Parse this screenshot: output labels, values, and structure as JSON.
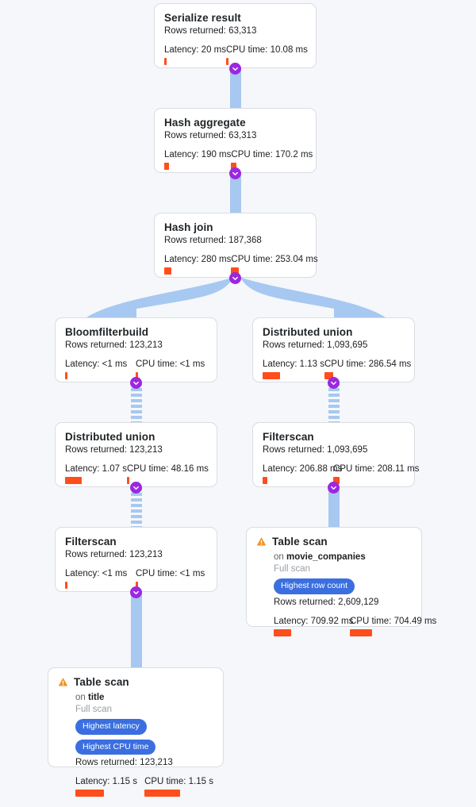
{
  "canvas": {
    "background": "#f5f7fa",
    "edge_color": "#a7c8f0",
    "toggle_color": "#9c27e0",
    "bar_color": "#ff4d1c",
    "badge_color": "#3b6fe0"
  },
  "labels": {
    "rows_prefix": "Rows returned: ",
    "latency_prefix": "Latency: ",
    "cpu_prefix": "CPU time: ",
    "on_prefix": "on ",
    "toggle_icon": "chevron-down-icon",
    "warning_icon": "warning-triangle-icon"
  },
  "nodes": [
    {
      "id": "serialize-result",
      "title": "Serialize result",
      "rows": "Rows returned: 63,313",
      "latency": "Latency: 20 ms",
      "cpu": "CPU time: 10.08 ms",
      "latency_bar_w": 3,
      "cpu_bar_w": 3,
      "warning": false,
      "badges": []
    },
    {
      "id": "hash-aggregate",
      "title": "Hash aggregate",
      "rows": "Rows returned: 63,313",
      "latency": "Latency: 190 ms",
      "cpu": "CPU time: 170.2 ms",
      "latency_bar_w": 6,
      "cpu_bar_w": 7,
      "warning": false,
      "badges": []
    },
    {
      "id": "hash-join",
      "title": "Hash join",
      "rows": "Rows returned: 187,368",
      "latency": "Latency: 280 ms",
      "cpu": "CPU time: 253.04 ms",
      "latency_bar_w": 9,
      "cpu_bar_w": 10,
      "warning": false,
      "badges": []
    },
    {
      "id": "bloomfilterbuild",
      "title": "Bloomfilterbuild",
      "rows": "Rows returned: 123,213",
      "latency": "Latency: <1 ms",
      "cpu": "CPU time: <1 ms",
      "latency_bar_w": 3,
      "cpu_bar_w": 3,
      "warning": false,
      "badges": []
    },
    {
      "id": "distributed-union-right",
      "title": "Distributed union",
      "rows": "Rows returned: 1,093,695",
      "latency": "Latency: 1.13 s",
      "cpu": "CPU time: 286.54 ms",
      "latency_bar_w": 22,
      "cpu_bar_w": 11,
      "warning": false,
      "badges": []
    },
    {
      "id": "distributed-union-left",
      "title": "Distributed union",
      "rows": "Rows returned: 123,213",
      "latency": "Latency: 1.07 s",
      "cpu": "CPU time: 48.16 ms",
      "latency_bar_w": 21,
      "cpu_bar_w": 3,
      "warning": false,
      "badges": []
    },
    {
      "id": "filterscan-right",
      "title": "Filterscan",
      "rows": "Rows returned: 1,093,695",
      "latency": "Latency: 206.88 ms",
      "cpu": "CPU time: 208.11 ms",
      "latency_bar_w": 6,
      "cpu_bar_w": 8,
      "warning": false,
      "badges": []
    },
    {
      "id": "filterscan-left",
      "title": "Filterscan",
      "rows": "Rows returned: 123,213",
      "latency": "Latency: <1 ms",
      "cpu": "CPU time: <1 ms",
      "latency_bar_w": 3,
      "cpu_bar_w": 3,
      "warning": false,
      "badges": []
    },
    {
      "id": "table-scan-movie-companies",
      "title": "Table scan",
      "on": "movie_companies",
      "scan": "Full scan",
      "rows": "Rows returned: 2,609,129",
      "latency": "Latency: 709.92 ms",
      "cpu": "CPU time: 704.49 ms",
      "latency_bar_w": 22,
      "cpu_bar_w": 28,
      "warning": true,
      "badges": [
        "Highest row count"
      ]
    },
    {
      "id": "table-scan-title",
      "title": "Table scan",
      "on": "title",
      "scan": "Full scan",
      "rows": "Rows returned: 123,213",
      "latency": "Latency: 1.15 s",
      "cpu": "CPU time: 1.15 s",
      "latency_bar_w": 36,
      "cpu_bar_w": 45,
      "warning": true,
      "badges": [
        "Highest latency",
        "Highest CPU time"
      ]
    }
  ]
}
